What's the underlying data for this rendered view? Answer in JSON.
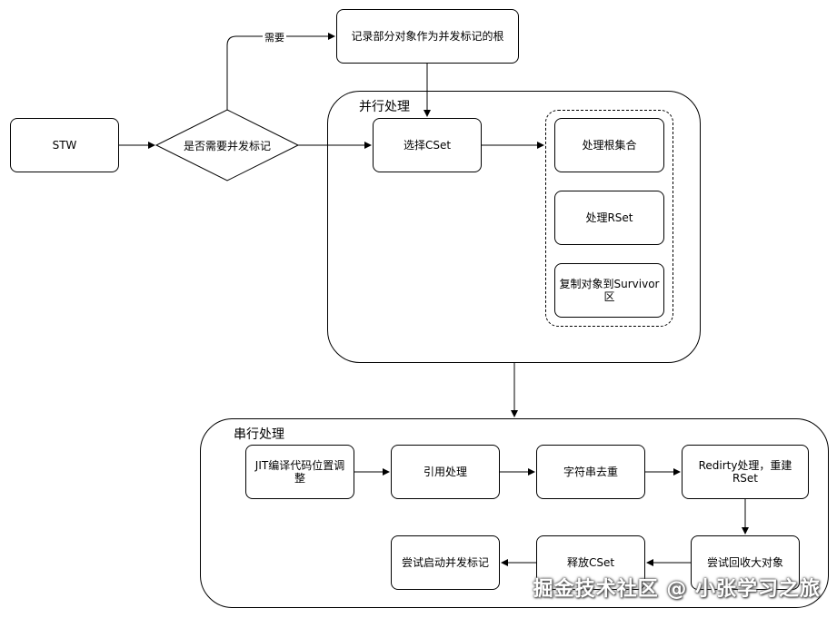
{
  "nodes": {
    "stw": "STW",
    "decision": "是否需要并发标记",
    "record_roots": "记录部分对象作为并发标记的根",
    "choose_cset": "选择CSet",
    "process_roots": "处理根集合",
    "process_rset": "处理RSet",
    "copy_survivor": "复制对象到Survivor区",
    "jit": "JIT编译代码位置调整",
    "ref_process": "引用处理",
    "string_dedup": "字符串去重",
    "redirty": "Redirty处理，重建RSet",
    "humongous": "尝试回收大对象",
    "free_cset": "释放CSet",
    "start_concurrent": "尝试启动并发标记"
  },
  "groups": {
    "parallel": "并行处理",
    "serial": "串行处理"
  },
  "edge_labels": {
    "need": "需要"
  },
  "watermark": "掘金技术社区 @ 小张学习之旅"
}
